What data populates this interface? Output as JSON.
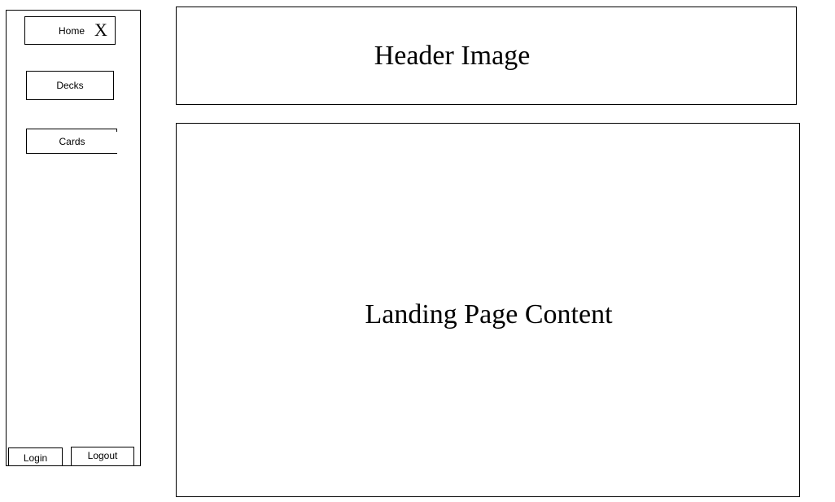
{
  "sidebar": {
    "home_label": "Home",
    "close_glyph": "X",
    "decks_label": "Decks",
    "cards_label": "Cards",
    "login_label": "Login",
    "logout_label": "Logout"
  },
  "header": {
    "title": "Header Image"
  },
  "main": {
    "content_label": "Landing Page Content"
  }
}
